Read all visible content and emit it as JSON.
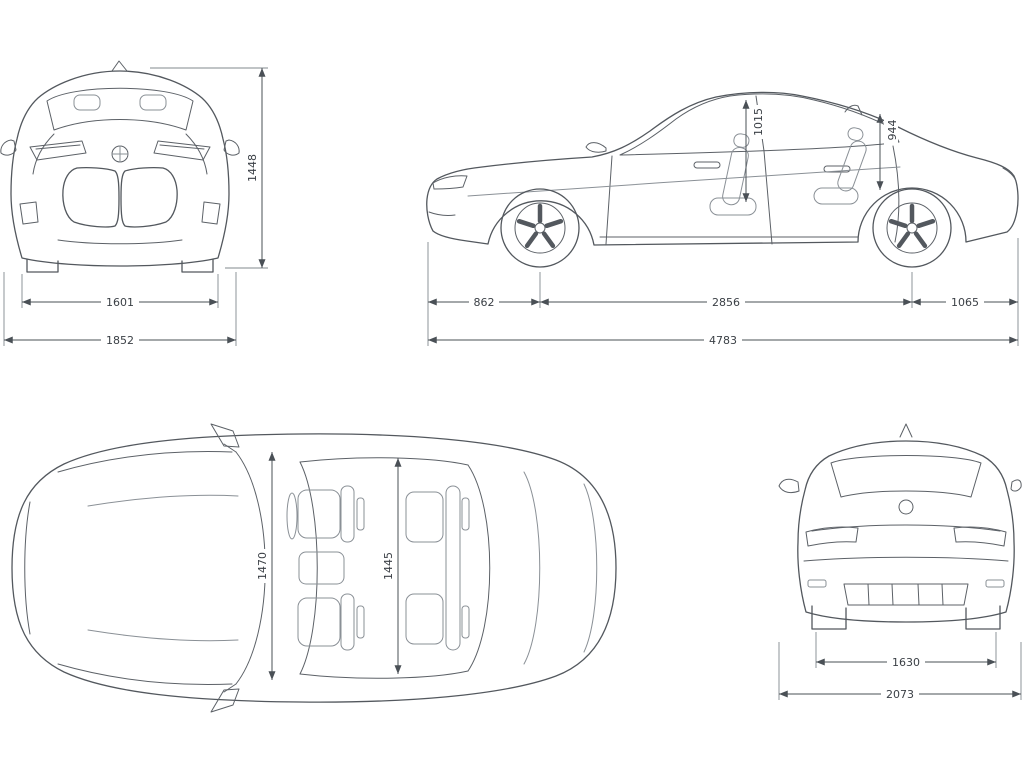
{
  "colors": {
    "background": "#ffffff",
    "car_line": "#53585e",
    "dimension_line": "#4a5056",
    "dimension_text": "#3a3f45"
  },
  "views": {
    "front": {
      "height": "1448",
      "track": "1601",
      "width": "1852"
    },
    "side": {
      "interior_height_front": "1015",
      "interior_height_rear": "944",
      "front_overhang": "862",
      "wheelbase": "2856",
      "rear_overhang": "1065",
      "length": "4783"
    },
    "top": {
      "interior_width_front": "1470",
      "interior_width_rear": "1445"
    },
    "rear": {
      "track": "1630",
      "width_including_mirrors": "2073"
    }
  }
}
